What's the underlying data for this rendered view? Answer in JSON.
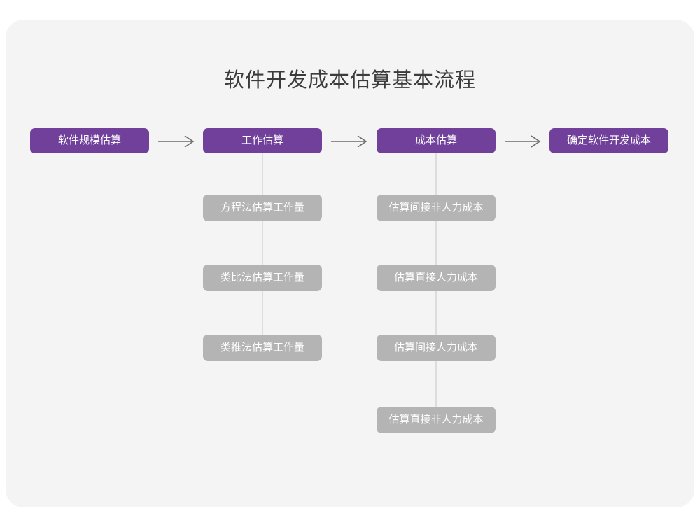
{
  "diagram": {
    "title": "软件开发成本估算基本流程",
    "type": "flowchart",
    "colors": {
      "panel_background": "#f4f4f4",
      "page_background": "#ffffff",
      "stage_box": "#70409b",
      "stage_box_text": "#ffffff",
      "sub_box": "#b4b4b4",
      "sub_box_text": "#ffffff",
      "title_text": "#3b3b3b",
      "connector_line": "#dddddd",
      "arrow": "#6b6b6b"
    },
    "stages": [
      {
        "label": "软件规模估算",
        "sub_items": []
      },
      {
        "label": "工作估算",
        "sub_items": [
          "方程法估算工作量",
          "类比法估算工作量",
          "类推法估算工作量"
        ]
      },
      {
        "label": "成本估算",
        "sub_items": [
          "估算间接非人力成本",
          "估算直接人力成本",
          "估算间接人力成本",
          "估算直接非人力成本"
        ]
      },
      {
        "label": "确定软件开发成本",
        "sub_items": []
      }
    ],
    "arrows": [
      {
        "name": "arrow-1",
        "glyph": "right-arrow-icon"
      },
      {
        "name": "arrow-2",
        "glyph": "right-arrow-icon"
      },
      {
        "name": "arrow-3",
        "glyph": "right-arrow-icon"
      }
    ]
  }
}
